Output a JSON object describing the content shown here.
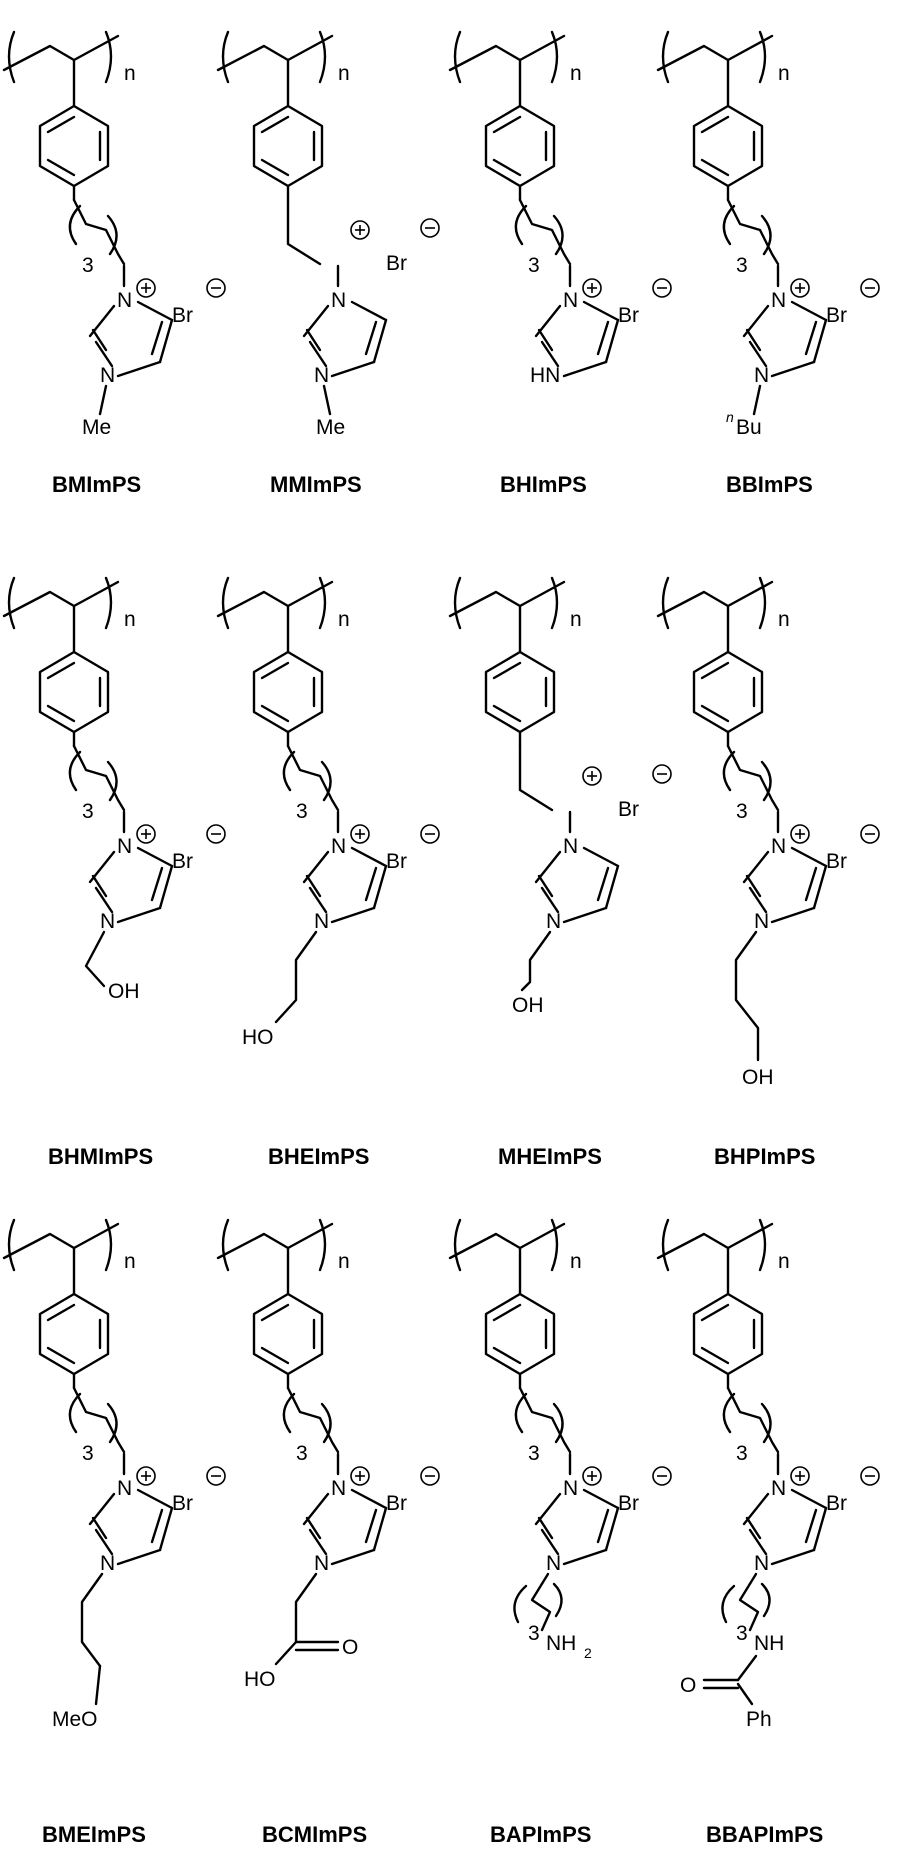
{
  "labels": {
    "n": "n",
    "three": "3",
    "N": "N",
    "Br": "Br",
    "Me": "Me",
    "HN": "HN",
    "nBu_sup": "n",
    "Bu": "Bu",
    "OH": "OH",
    "HO": "HO",
    "MeO": "MeO",
    "O": "O",
    "NH": "NH",
    "NH2_main": "NH",
    "NH2_sub": "2",
    "Ph": "Ph"
  },
  "compounds": [
    {
      "name": "BMImPS"
    },
    {
      "name": "MMImPS"
    },
    {
      "name": "BHImPS"
    },
    {
      "name": "BBImPS"
    },
    {
      "name": "BHMImPS"
    },
    {
      "name": "BHEImPS"
    },
    {
      "name": "MHEImPS"
    },
    {
      "name": "BHPImPS"
    },
    {
      "name": "BMEImPS"
    },
    {
      "name": "BCMImPS"
    },
    {
      "name": "BAPImPS"
    },
    {
      "name": "BBAPImPS"
    }
  ]
}
